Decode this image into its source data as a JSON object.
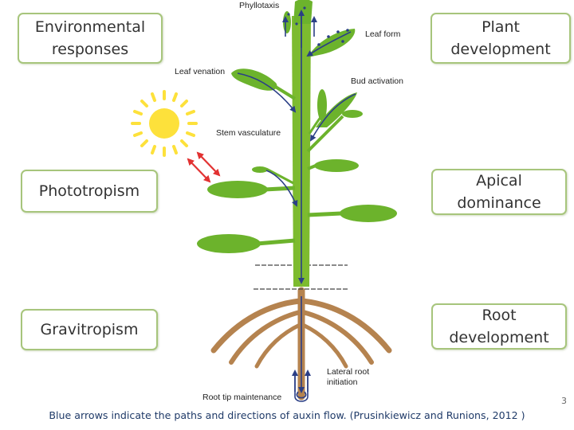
{
  "boxes": {
    "environmental": "Environmental\nresponses",
    "plant_dev": "Plant\ndevelopment",
    "phototropism": "Phototropism",
    "apical": "Apical\ndominance",
    "gravitropism": "Gravitropism",
    "root_dev": "Root\ndevelopment"
  },
  "labels": {
    "phyllotaxis": "Phyllotaxis",
    "leaf_form": "Leaf form",
    "leaf_venation": "Leaf venation",
    "bud_activation": "Bud activation",
    "stem_vasculature": "Stem vasculature",
    "lateral_root": "Lateral root\ninitiation",
    "root_tip": "Root tip maintenance"
  },
  "caption": {
    "main": "Blue arrows indicate the paths and directions of auxin flow.",
    "citation": "(Prusinkiewicz and Runions, 2012 )"
  },
  "page_number": "3",
  "colors": {
    "box_border": "#a7c57c",
    "stem_green": "#7dbb2f",
    "leaf_green": "#6cb32c",
    "root_brown": "#b5834f",
    "auxin_arrow": "#2b3f86",
    "light_arrow": "#e23232",
    "sun": "#fde13b",
    "caption_blue": "#1f3a68"
  }
}
